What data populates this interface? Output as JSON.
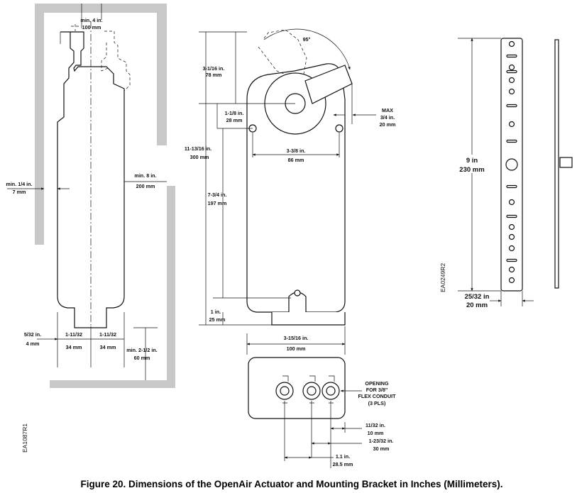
{
  "figure": {
    "caption": "Figure 20.  Dimensions of the OpenAir Actuator and Mounting Bracket in Inches (Millimeters)."
  },
  "side_view": {
    "ref_code": "EA1087R1",
    "top_clearance": [
      "min. 4 in.",
      "100 mm"
    ],
    "left_clearance": [
      "min. 1/4 in.",
      "7 mm"
    ],
    "right_clearance": [
      "min. 8 in.",
      "200 mm"
    ],
    "bottom_clearance": [
      "min. 2-1/2 in.",
      "60 mm"
    ],
    "shaft_offset": [
      "5/32 in.",
      "4 mm"
    ],
    "half_width_left": [
      "1-11/32",
      "34 mm"
    ],
    "half_width_right": [
      "1-11/32",
      "34 mm"
    ]
  },
  "front_view": {
    "rotation_angle": "95°",
    "hub_offset": [
      "3-1/16 in.",
      "78 mm"
    ],
    "overall_height": [
      "11-13/16 in.",
      "300 mm"
    ],
    "hole_to_hub": [
      "1-1/8 in.",
      "28 mm"
    ],
    "max_extension": [
      "MAX",
      "3/4 in.",
      "20 mm"
    ],
    "hole_spacing": [
      "3-3/8 in.",
      "86 mm"
    ],
    "hole_to_bottom_slot": [
      "7-3/4 in.",
      "197 mm"
    ],
    "bottom_offset": [
      "1 in.",
      "25 mm"
    ],
    "overall_width": [
      "3-15/16 in.",
      "100 mm"
    ]
  },
  "bottom_view": {
    "conduit_label": [
      "OPENING",
      "FOR 3/8\"",
      "FLEX CONDUIT",
      "(3 PLS)"
    ],
    "edge_offset": [
      "11/32 in.",
      "10 mm"
    ],
    "conduit_pitch": [
      "1-23/32 in.",
      "30 mm"
    ],
    "conduit_center": [
      "1.1 in.",
      "28.5 mm"
    ]
  },
  "bracket": {
    "ref_code": "EA0249R2",
    "length": [
      "9 in",
      "230 mm"
    ],
    "width": [
      "25/32 in",
      "20 mm"
    ]
  }
}
